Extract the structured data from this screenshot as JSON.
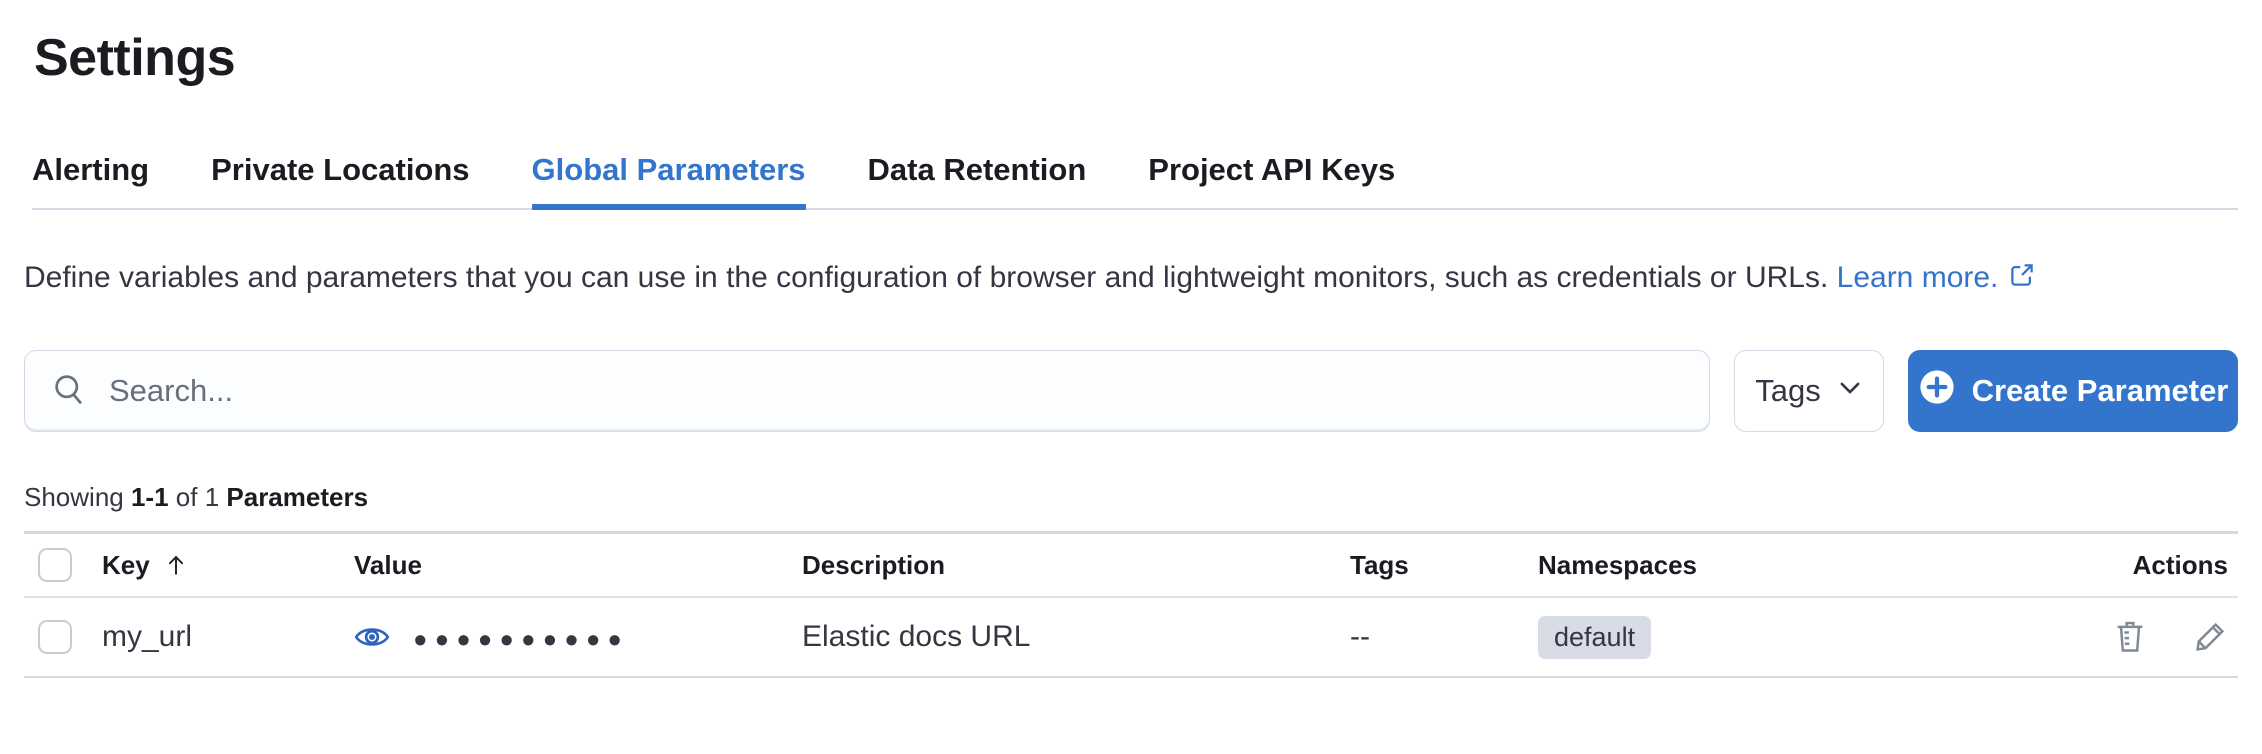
{
  "page": {
    "title": "Settings"
  },
  "tabs": [
    {
      "label": "Alerting",
      "active": false
    },
    {
      "label": "Private Locations",
      "active": false
    },
    {
      "label": "Global Parameters",
      "active": true
    },
    {
      "label": "Data Retention",
      "active": false
    },
    {
      "label": "Project API Keys",
      "active": false
    }
  ],
  "description": {
    "text": "Define variables and parameters that you can use in the configuration of browser and lightweight monitors, such as credentials or URLs.",
    "link_label": "Learn more."
  },
  "toolbar": {
    "search_placeholder": "Search...",
    "tags_button_label": "Tags",
    "create_button_label": "Create Parameter"
  },
  "summary": {
    "prefix": "Showing",
    "range": "1-1",
    "middle": "of 1",
    "entity": "Parameters"
  },
  "table": {
    "columns": [
      "Key",
      "Value",
      "Description",
      "Tags",
      "Namespaces",
      "Actions"
    ],
    "sorted_column": "Key",
    "sort_direction": "ascending",
    "rows": [
      {
        "key": "my_url",
        "value_masked": "••••••••••",
        "description": "Elastic docs URL",
        "tags": "--",
        "namespace": "default"
      }
    ]
  },
  "icons": [
    "search-icon",
    "chevron-down-icon",
    "plus-in-circle-icon",
    "external-link-icon",
    "eye-icon",
    "sort-ascending-icon",
    "trash-icon",
    "pencil-icon"
  ],
  "colors": {
    "accent_blue": "#3375cc",
    "heading_text": "#1a1c21",
    "body_text": "#343741",
    "muted_text": "#69707d",
    "divider": "#d3dae6",
    "badge_background": "#d7dce6"
  }
}
